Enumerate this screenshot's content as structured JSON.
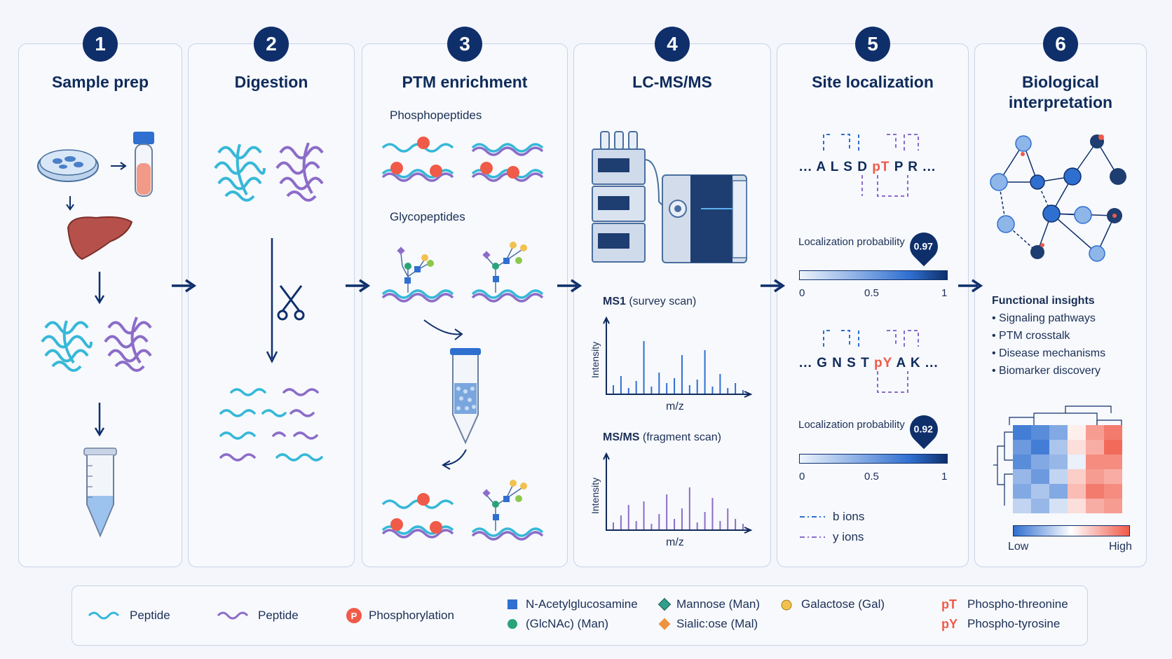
{
  "steps": [
    {
      "number": "1",
      "title": "Sample prep"
    },
    {
      "number": "2",
      "title": "Digestion"
    },
    {
      "number": "3",
      "title": "PTM enrichment"
    },
    {
      "number": "4",
      "title": "LC-MS/MS"
    },
    {
      "number": "5",
      "title": "Site localization"
    },
    {
      "number": "6",
      "title": "Biological interpretation"
    }
  ],
  "enrichment": {
    "phospho_label": "Phosphopeptides",
    "glyco_label": "Glycopeptides",
    "p_symbol": "P"
  },
  "lcms": {
    "ms1_bold": "MS1",
    "ms1_rest": " (survey scan)",
    "ms2_bold": "MS/MS",
    "ms2_rest": " (fragment scan)",
    "ylabel": "Intensity",
    "xlabel": "m/z"
  },
  "site": {
    "seq1_prefix": "... A L S D ",
    "seq1_mod": "pT",
    "seq1_suffix": " P R ...",
    "seq2_prefix": "... G N S T ",
    "seq2_mod": "pY",
    "seq2_suffix": " A K ...",
    "prob_label": "Localization probability",
    "prob1": "0.97",
    "prob1_value": 0.97,
    "prob2": "0.92",
    "prob2_value": 0.92,
    "tick_0": "0",
    "tick_mid": "0.5",
    "tick_1": "1",
    "b_ions": "b ions",
    "y_ions": "y ions"
  },
  "bio": {
    "insights_title": "Functional insights",
    "insights": [
      "Signaling pathways",
      "PTM crosstalk",
      "Disease mechanisms",
      "Biomarker discovery"
    ],
    "low": "Low",
    "high": "High"
  },
  "legend": {
    "peptide1": "Peptide",
    "peptide2": "Peptide",
    "phospho": "Phosphorylation",
    "glcnac1": "N-Acetylglucosamine",
    "glcnac2": "(GlcNAc) (Man)",
    "mannose": "Mannose (Man)",
    "sialic": "Sialic:ose (Mal)",
    "galactose": "Galactose (Gal)",
    "pT_sym": "pT",
    "pT": "Phospho-threonine",
    "pY_sym": "pY",
    "pY": "Phospho-tyrosine"
  },
  "colors": {
    "navy": "#0f2f6b",
    "cyan": "#36b8d8",
    "purple": "#8c6cc8",
    "red": "#f05a48",
    "blue": "#2f6fd0"
  },
  "ms1_peaks": [
    0.12,
    0.25,
    0.08,
    0.18,
    0.75,
    0.1,
    0.3,
    0.15,
    0.22,
    0.55,
    0.12,
    0.2,
    0.62,
    0.1,
    0.28,
    0.08,
    0.15,
    0.05
  ],
  "ms2_peaks": [
    0.1,
    0.2,
    0.35,
    0.12,
    0.4,
    0.08,
    0.22,
    0.5,
    0.15,
    0.3,
    0.6,
    0.1,
    0.25,
    0.45,
    0.12,
    0.3,
    0.15,
    0.08
  ],
  "heatmap": [
    [
      -0.9,
      -0.8,
      -0.6,
      0.1,
      0.6,
      0.8
    ],
    [
      -0.7,
      -0.9,
      -0.4,
      0.2,
      0.5,
      0.9
    ],
    [
      -0.8,
      -0.6,
      -0.5,
      -0.1,
      0.7,
      0.7
    ],
    [
      -0.5,
      -0.7,
      -0.3,
      0.3,
      0.6,
      0.5
    ],
    [
      -0.6,
      -0.4,
      -0.6,
      0.4,
      0.8,
      0.7
    ],
    [
      -0.3,
      -0.5,
      -0.2,
      0.2,
      0.5,
      0.6
    ]
  ]
}
